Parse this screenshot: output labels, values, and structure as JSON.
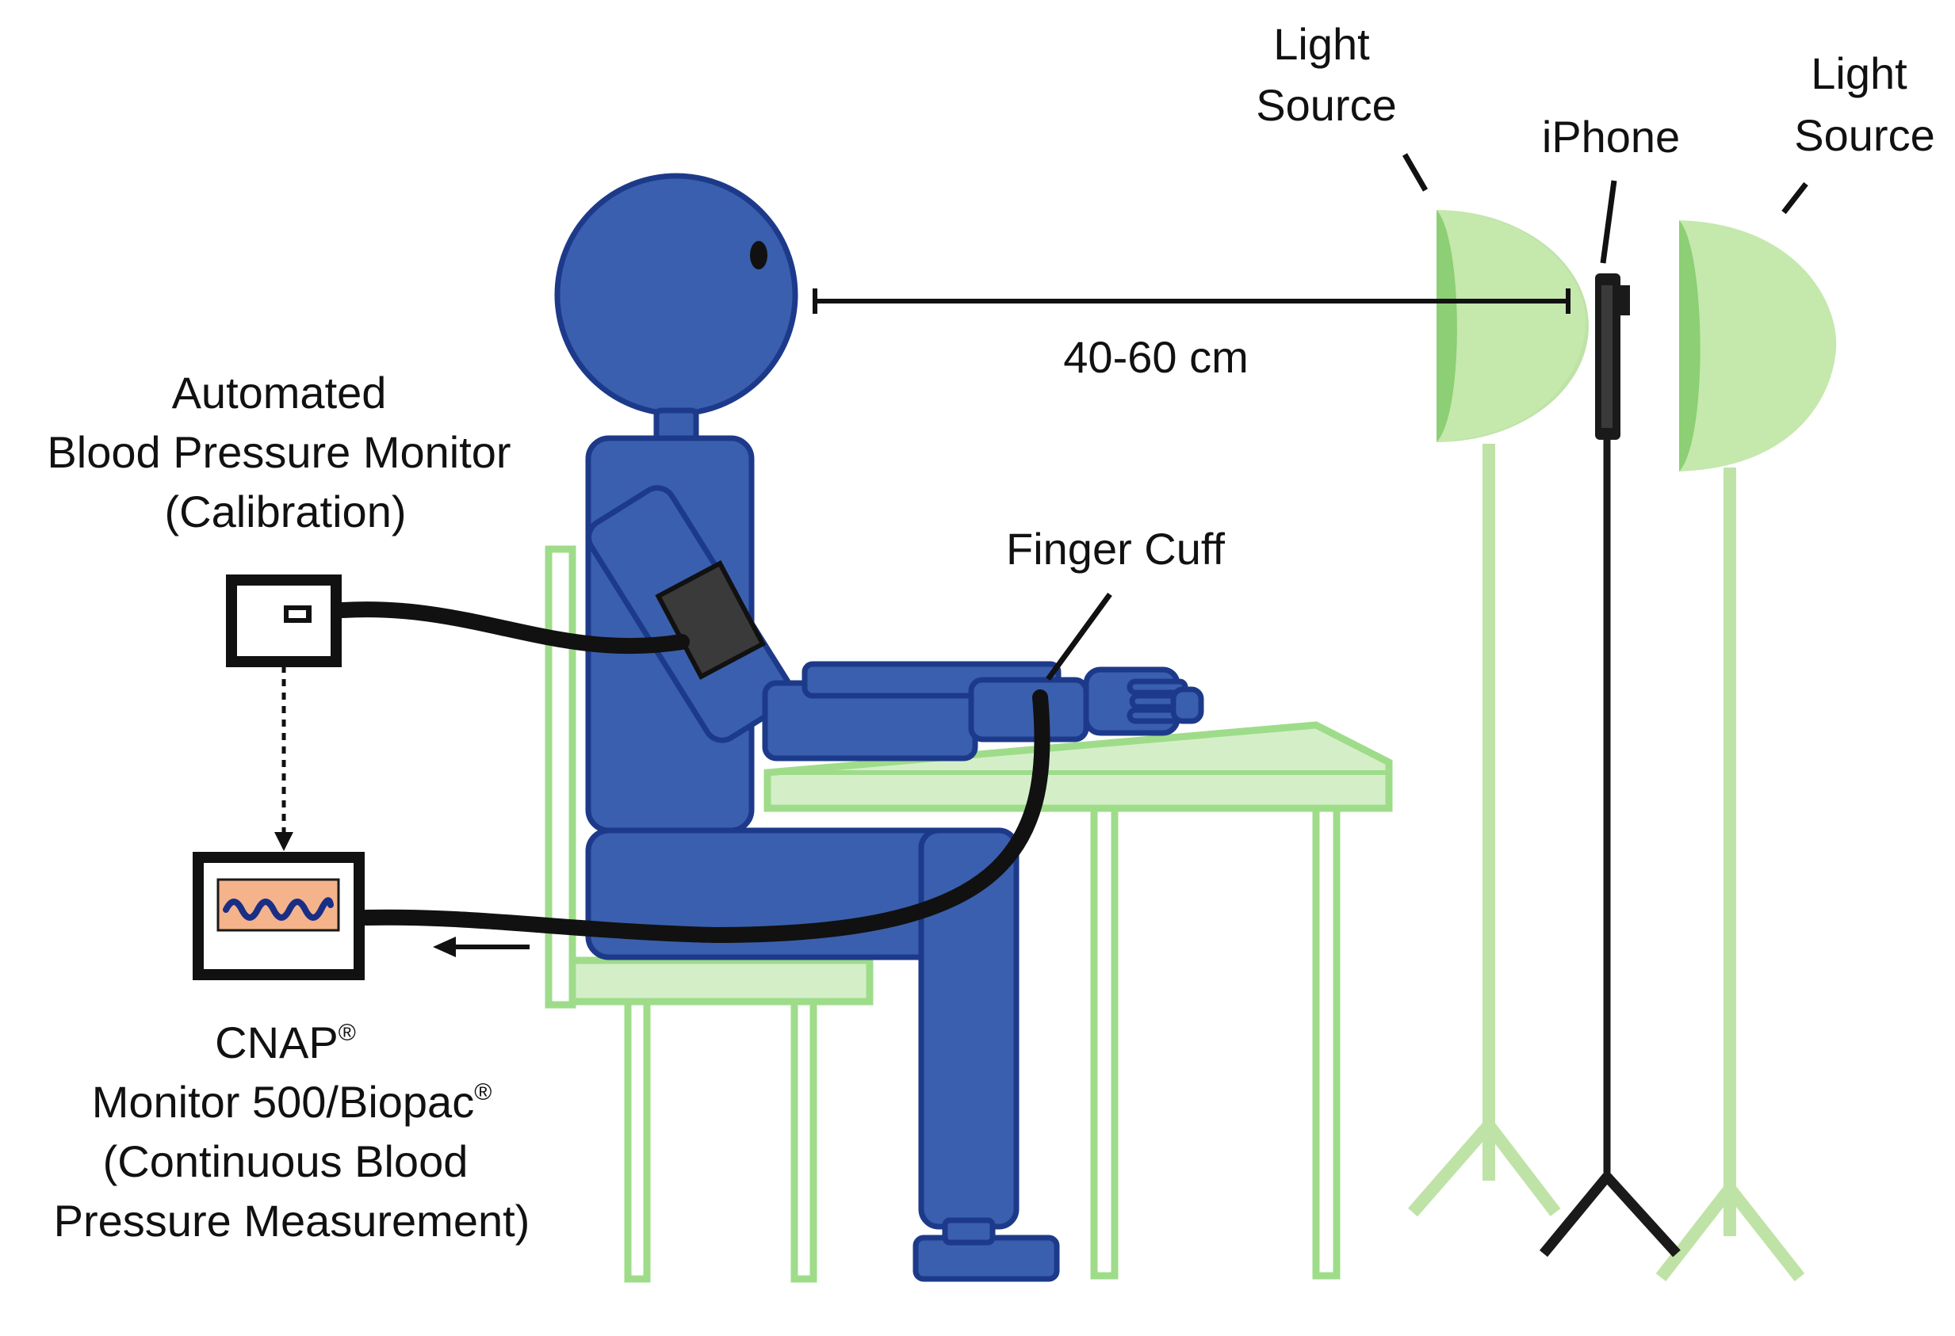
{
  "labels": {
    "light_source_left": [
      "Light",
      "Source"
    ],
    "light_source_right": [
      "Light",
      "Source"
    ],
    "iphone": "iPhone",
    "distance": "40-60 cm",
    "finger_cuff": "Finger Cuff",
    "bp_monitor": [
      "Automated",
      "Blood Pressure Monitor",
      "(Calibration)"
    ],
    "cnap": {
      "line1": "CNAP",
      "line2_text": "Monitor 500/Biopac",
      "registered": "®",
      "line3": "(Continuous Blood",
      "line4": "Pressure Measurement)"
    }
  },
  "colors": {
    "figure_blue": "#3a5fae",
    "figure_outline": "#1d3a8a",
    "furniture_green_stroke": "#9edc8a",
    "furniture_green_fill": "#d4efc8",
    "lamp_green": "#bfe3a6",
    "lamp_green_dark": "#8ccf74",
    "cable_black": "#111111",
    "monitor_screen_orange": "#f4b38a",
    "waveform_blue": "#1a2e86"
  },
  "icons": {
    "light": "lamp-icon",
    "phone": "smartphone-icon",
    "bp_device": "blood-pressure-monitor-icon",
    "cnap_device": "waveform-monitor-icon"
  }
}
